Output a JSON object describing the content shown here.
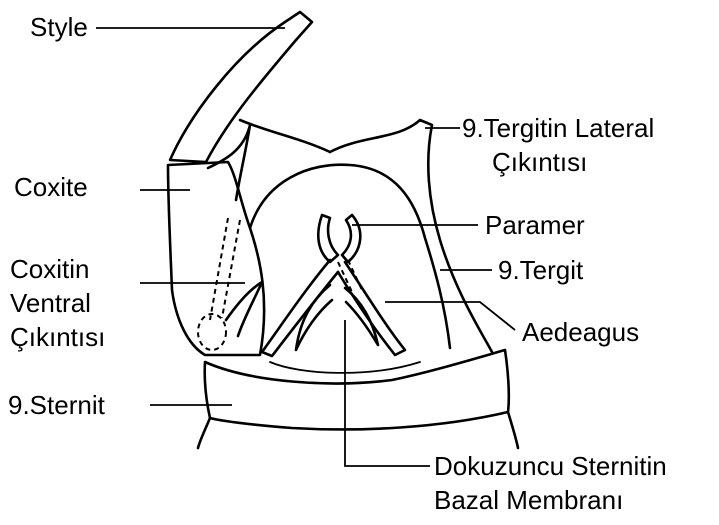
{
  "diagram": {
    "labels": {
      "style": "Style",
      "coxite": "Coxite",
      "coxitin_ventral_1": "Coxitin",
      "coxitin_ventral_2": "Ventral",
      "coxitin_ventral_3": "Çıkıntısı",
      "sternit_9": "9.Sternit",
      "tergitin_lateral_1": "9.Tergitin Lateral",
      "tergitin_lateral_2": "Çıkıntısı",
      "paramer": "Paramer",
      "tergit_9": "9.Tergit",
      "aedeagus": "Aedeagus",
      "dokuzuncu_1": "Dokuzuncu Sternitin",
      "dokuzuncu_2": "Bazal Membranı"
    }
  }
}
